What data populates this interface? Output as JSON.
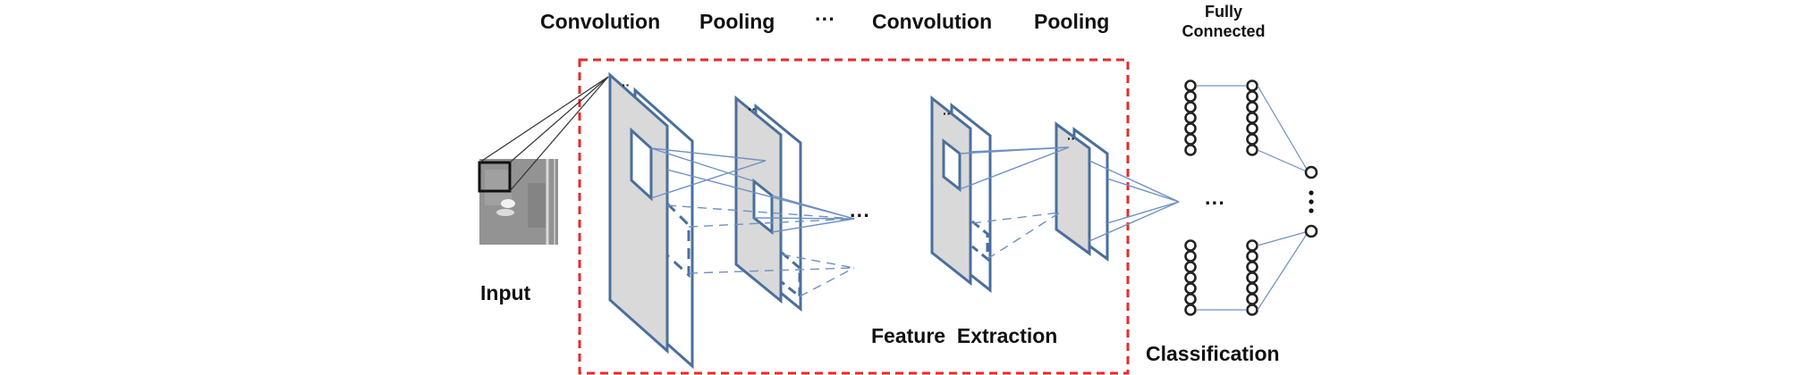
{
  "labels": {
    "convolution_1": "Convolution",
    "pooling_1": "Pooling",
    "ellipsis_top": "···",
    "convolution_2": "Convolution",
    "pooling_2": "Pooling",
    "fully_connected_line1": "Fully",
    "fully_connected_line2": "Connected",
    "input": "Input",
    "feature_extraction": "Feature  Extraction",
    "classification": "Classification",
    "ellipsis_middle": "···",
    "ellipsis_fc": "···"
  },
  "colors": {
    "layer_stroke": "#4a6f9c",
    "layer_fill": "#d9d9d9",
    "connection": "#6f90c4",
    "dashed_box": "#e52b2b",
    "neuron": "#222222",
    "text": "#111111"
  }
}
